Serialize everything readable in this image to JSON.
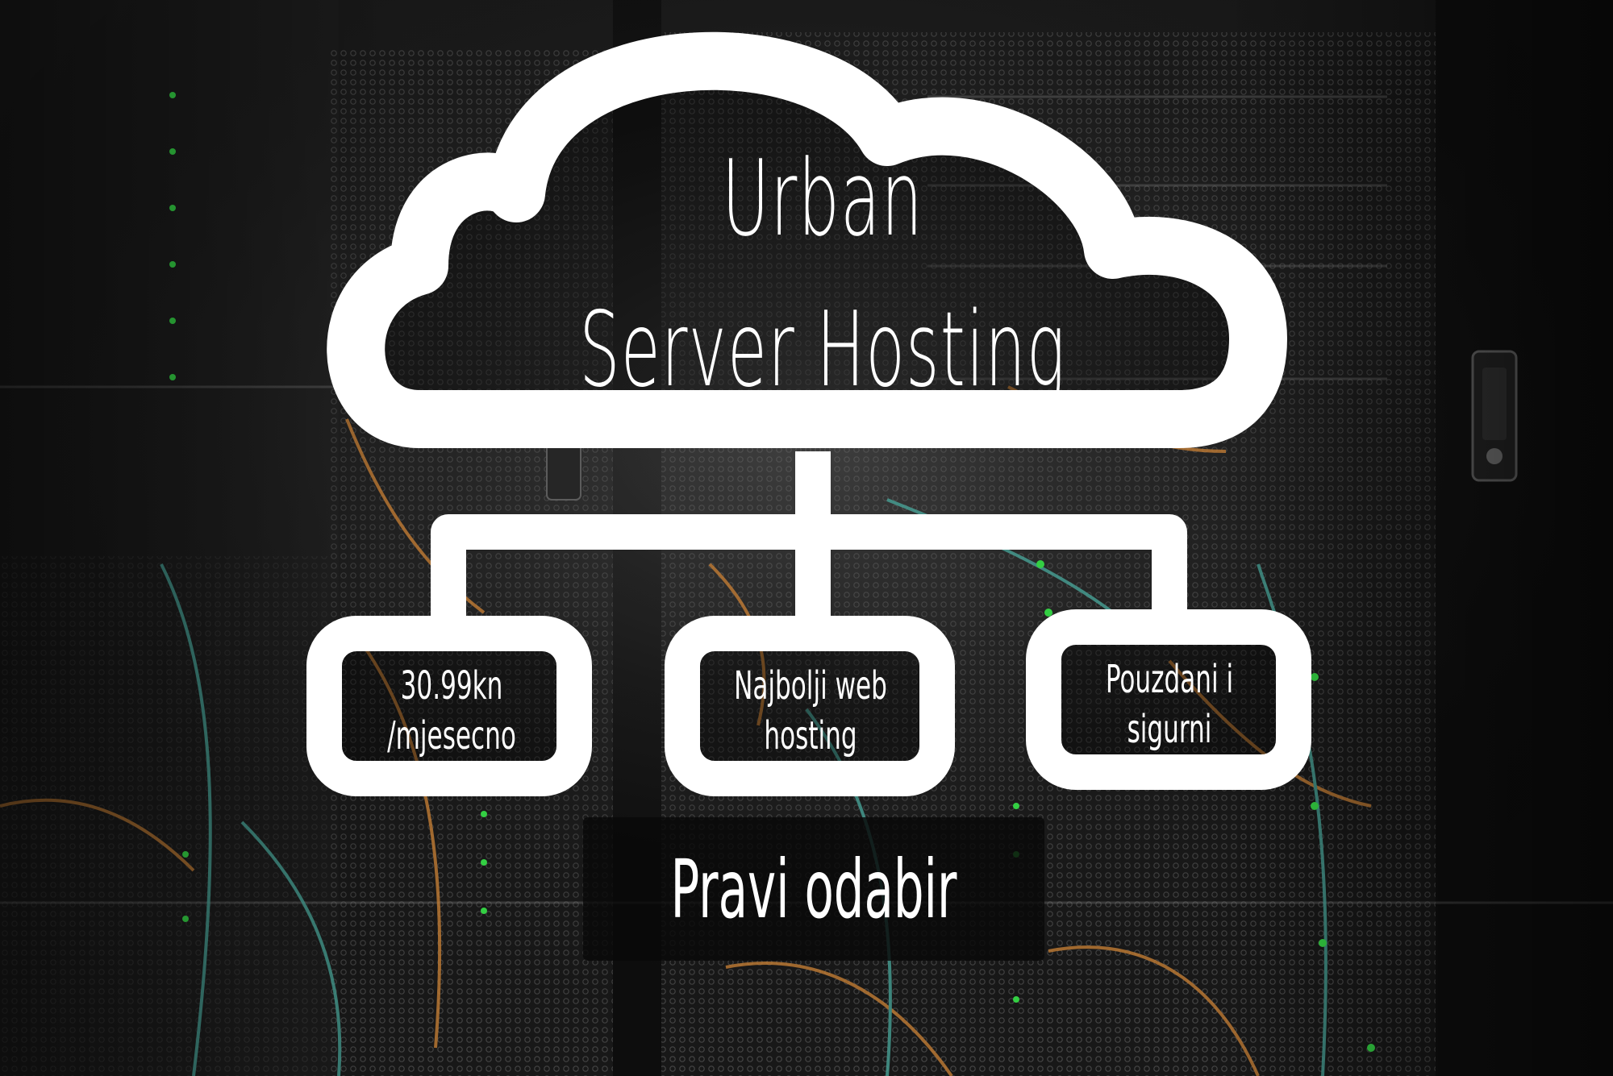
{
  "banner": {
    "title_line1": "Urban",
    "title_line2": "Server Hosting",
    "features": [
      {
        "text": "30.99kn /mjesecno"
      },
      {
        "text": "Najbolji web hosting"
      },
      {
        "text": "Pouzdani i sigurni"
      }
    ],
    "cta": "Pravi odabir"
  },
  "colors": {
    "text": "#ffffff",
    "outline": "#ffffff",
    "background": "#141414",
    "led_green": "#39e64a",
    "cable_orange": "#d78a3a",
    "cable_teal": "#4fb3a6"
  }
}
